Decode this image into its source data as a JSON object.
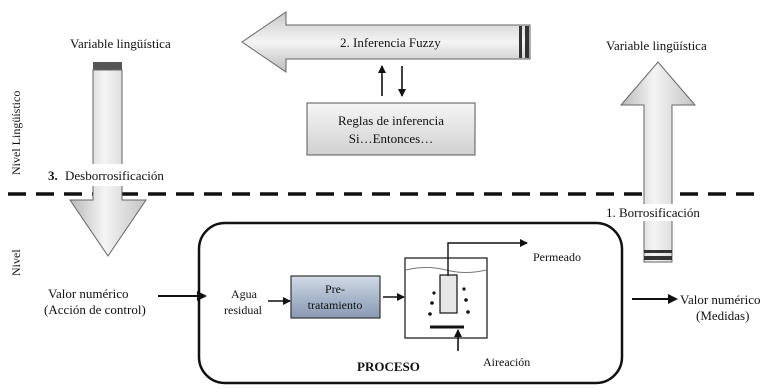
{
  "labels": {
    "variable_left": "Variable lingüística",
    "variable_right": "Variable lingüística",
    "nivel_linguistico": "Nivel Lingüístico",
    "nivel": "Nivel",
    "desborrosificacion_num": "3.",
    "desborrosificacion": "Desborrosificación",
    "inferencia": "2. Inferencia Fuzzy",
    "reglas_line1": "Reglas de inferencia",
    "reglas_line2": "Si…Entonces…",
    "borrosificacion": "1. Borrosificación",
    "valor_left_line1": "Valor numérico",
    "valor_left_line2": "(Acción de control)",
    "valor_right_line1": "Valor numérico",
    "valor_right_line2": "(Medidas)",
    "agua_line1": "Agua",
    "agua_line2": "residual",
    "pre_line1": "Pre-",
    "pre_line2": "tratamiento",
    "permeado": "Permeado",
    "aireacion": "Aireación",
    "proceso": "PROCESO"
  }
}
